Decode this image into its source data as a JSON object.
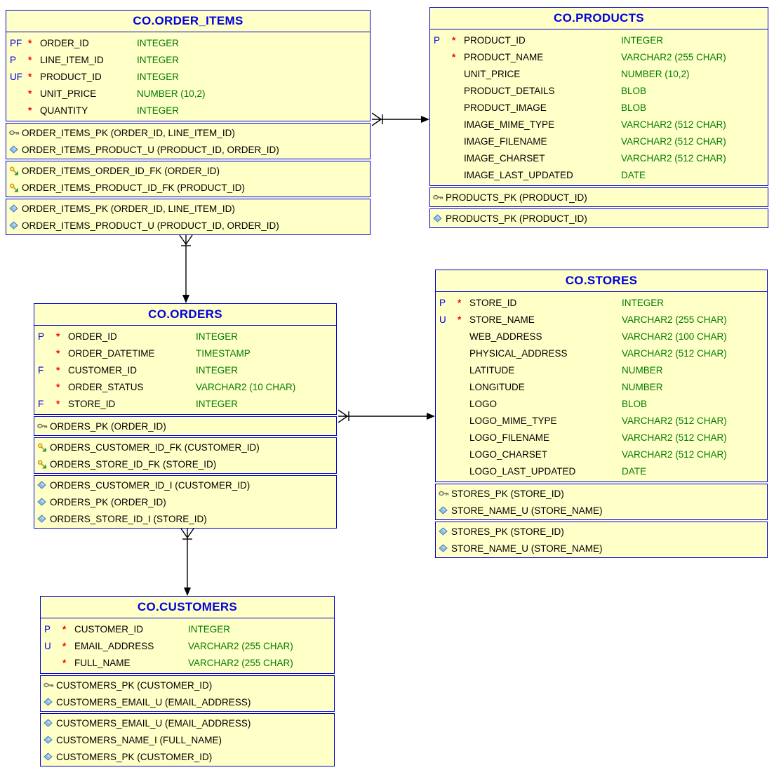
{
  "diagram": {
    "colors": {
      "entity_fill": "#FFFFC8",
      "entity_border": "#0000CD",
      "title_text": "#0000E0",
      "type_text": "#007B00",
      "flag_text": "#0000E0",
      "required_marker": "#FF0000",
      "relationship_line": "#000000"
    },
    "icon_legend": {
      "pk": "primary-key-icon",
      "fk": "foreign-key-icon",
      "unique": "unique-diamond-icon",
      "index": "index-diamond-icon"
    }
  },
  "tables": [
    {
      "title": "CO.ORDER_ITEMS",
      "columns": [
        {
          "flag": "PF",
          "required": "*",
          "name": "ORDER_ID",
          "type": "INTEGER"
        },
        {
          "flag": "P",
          "required": "*",
          "name": "LINE_ITEM_ID",
          "type": "INTEGER"
        },
        {
          "flag": "UF",
          "required": "*",
          "name": "PRODUCT_ID",
          "type": "INTEGER"
        },
        {
          "flag": "",
          "required": "*",
          "name": "UNIT_PRICE",
          "type": "NUMBER (10,2)"
        },
        {
          "flag": "",
          "required": "*",
          "name": "QUANTITY",
          "type": "INTEGER"
        }
      ],
      "keys": [
        {
          "icon": "pk",
          "text": "ORDER_ITEMS_PK (ORDER_ID, LINE_ITEM_ID)"
        },
        {
          "icon": "unique",
          "text": "ORDER_ITEMS_PRODUCT_U (PRODUCT_ID, ORDER_ID)"
        }
      ],
      "foreign_keys": [
        {
          "icon": "fk",
          "text": "ORDER_ITEMS_ORDER_ID_FK (ORDER_ID)"
        },
        {
          "icon": "fk",
          "text": "ORDER_ITEMS_PRODUCT_ID_FK (PRODUCT_ID)"
        }
      ],
      "indexes": [
        {
          "icon": "index",
          "text": "ORDER_ITEMS_PK (ORDER_ID, LINE_ITEM_ID)"
        },
        {
          "icon": "index",
          "text": "ORDER_ITEMS_PRODUCT_U (PRODUCT_ID, ORDER_ID)"
        }
      ]
    },
    {
      "title": "CO.PRODUCTS",
      "columns": [
        {
          "flag": "P",
          "required": "*",
          "name": "PRODUCT_ID",
          "type": "INTEGER"
        },
        {
          "flag": "",
          "required": "*",
          "name": "PRODUCT_NAME",
          "type": "VARCHAR2 (255 CHAR)"
        },
        {
          "flag": "",
          "required": "",
          "name": "UNIT_PRICE",
          "type": "NUMBER (10,2)"
        },
        {
          "flag": "",
          "required": "",
          "name": "PRODUCT_DETAILS",
          "type": "BLOB"
        },
        {
          "flag": "",
          "required": "",
          "name": "PRODUCT_IMAGE",
          "type": "BLOB"
        },
        {
          "flag": "",
          "required": "",
          "name": "IMAGE_MIME_TYPE",
          "type": "VARCHAR2 (512 CHAR)"
        },
        {
          "flag": "",
          "required": "",
          "name": "IMAGE_FILENAME",
          "type": "VARCHAR2 (512 CHAR)"
        },
        {
          "flag": "",
          "required": "",
          "name": "IMAGE_CHARSET",
          "type": "VARCHAR2 (512 CHAR)"
        },
        {
          "flag": "",
          "required": "",
          "name": "IMAGE_LAST_UPDATED",
          "type": "DATE"
        }
      ],
      "keys": [
        {
          "icon": "pk",
          "text": "PRODUCTS_PK (PRODUCT_ID)"
        }
      ],
      "foreign_keys": [],
      "indexes": [
        {
          "icon": "index",
          "text": "PRODUCTS_PK (PRODUCT_ID)"
        }
      ]
    },
    {
      "title": "CO.ORDERS",
      "columns": [
        {
          "flag": "P",
          "required": "*",
          "name": "ORDER_ID",
          "type": "INTEGER"
        },
        {
          "flag": "",
          "required": "*",
          "name": "ORDER_DATETIME",
          "type": "TIMESTAMP"
        },
        {
          "flag": "F",
          "required": "*",
          "name": "CUSTOMER_ID",
          "type": "INTEGER"
        },
        {
          "flag": "",
          "required": "*",
          "name": "ORDER_STATUS",
          "type": "VARCHAR2 (10 CHAR)"
        },
        {
          "flag": "F",
          "required": "*",
          "name": "STORE_ID",
          "type": "INTEGER"
        }
      ],
      "keys": [
        {
          "icon": "pk",
          "text": "ORDERS_PK (ORDER_ID)"
        }
      ],
      "foreign_keys": [
        {
          "icon": "fk",
          "text": "ORDERS_CUSTOMER_ID_FK (CUSTOMER_ID)"
        },
        {
          "icon": "fk",
          "text": "ORDERS_STORE_ID_FK (STORE_ID)"
        }
      ],
      "indexes": [
        {
          "icon": "index",
          "text": "ORDERS_CUSTOMER_ID_I (CUSTOMER_ID)"
        },
        {
          "icon": "index",
          "text": "ORDERS_PK (ORDER_ID)"
        },
        {
          "icon": "index",
          "text": "ORDERS_STORE_ID_I (STORE_ID)"
        }
      ]
    },
    {
      "title": "CO.STORES",
      "columns": [
        {
          "flag": "P",
          "required": "*",
          "name": "STORE_ID",
          "type": "INTEGER"
        },
        {
          "flag": "U",
          "required": "*",
          "name": "STORE_NAME",
          "type": "VARCHAR2 (255 CHAR)"
        },
        {
          "flag": "",
          "required": "",
          "name": "WEB_ADDRESS",
          "type": "VARCHAR2 (100 CHAR)"
        },
        {
          "flag": "",
          "required": "",
          "name": "PHYSICAL_ADDRESS",
          "type": "VARCHAR2 (512 CHAR)"
        },
        {
          "flag": "",
          "required": "",
          "name": "LATITUDE",
          "type": "NUMBER"
        },
        {
          "flag": "",
          "required": "",
          "name": "LONGITUDE",
          "type": "NUMBER"
        },
        {
          "flag": "",
          "required": "",
          "name": "LOGO",
          "type": "BLOB"
        },
        {
          "flag": "",
          "required": "",
          "name": "LOGO_MIME_TYPE",
          "type": "VARCHAR2 (512 CHAR)"
        },
        {
          "flag": "",
          "required": "",
          "name": "LOGO_FILENAME",
          "type": "VARCHAR2 (512 CHAR)"
        },
        {
          "flag": "",
          "required": "",
          "name": "LOGO_CHARSET",
          "type": "VARCHAR2 (512 CHAR)"
        },
        {
          "flag": "",
          "required": "",
          "name": "LOGO_LAST_UPDATED",
          "type": "DATE"
        }
      ],
      "keys": [
        {
          "icon": "pk",
          "text": "STORES_PK (STORE_ID)"
        },
        {
          "icon": "unique",
          "text": "STORE_NAME_U (STORE_NAME)"
        }
      ],
      "foreign_keys": [],
      "indexes": [
        {
          "icon": "index",
          "text": "STORES_PK (STORE_ID)"
        },
        {
          "icon": "index",
          "text": "STORE_NAME_U (STORE_NAME)"
        }
      ]
    },
    {
      "title": "CO.CUSTOMERS",
      "columns": [
        {
          "flag": "P",
          "required": "*",
          "name": "CUSTOMER_ID",
          "type": "INTEGER"
        },
        {
          "flag": "U",
          "required": "*",
          "name": "EMAIL_ADDRESS",
          "type": "VARCHAR2 (255 CHAR)"
        },
        {
          "flag": "",
          "required": "*",
          "name": "FULL_NAME",
          "type": "VARCHAR2 (255 CHAR)"
        }
      ],
      "keys": [
        {
          "icon": "pk",
          "text": "CUSTOMERS_PK (CUSTOMER_ID)"
        },
        {
          "icon": "unique",
          "text": "CUSTOMERS_EMAIL_U (EMAIL_ADDRESS)"
        }
      ],
      "foreign_keys": [],
      "indexes": [
        {
          "icon": "index",
          "text": "CUSTOMERS_EMAIL_U (EMAIL_ADDRESS)"
        },
        {
          "icon": "index",
          "text": "CUSTOMERS_NAME_I (FULL_NAME)"
        },
        {
          "icon": "index",
          "text": "CUSTOMERS_PK (CUSTOMER_ID)"
        }
      ]
    }
  ],
  "relationships": [
    {
      "from": "CO.ORDER_ITEMS",
      "to": "CO.PRODUCTS",
      "from_end": "many-crowfoot",
      "to_end": "arrow"
    },
    {
      "from": "CO.ORDER_ITEMS",
      "to": "CO.ORDERS",
      "from_end": "many-crowfoot",
      "to_end": "arrow"
    },
    {
      "from": "CO.ORDERS",
      "to": "CO.STORES",
      "from_end": "many-crowfoot",
      "to_end": "arrow"
    },
    {
      "from": "CO.ORDERS",
      "to": "CO.CUSTOMERS",
      "from_end": "many-crowfoot",
      "to_end": "arrow"
    }
  ]
}
